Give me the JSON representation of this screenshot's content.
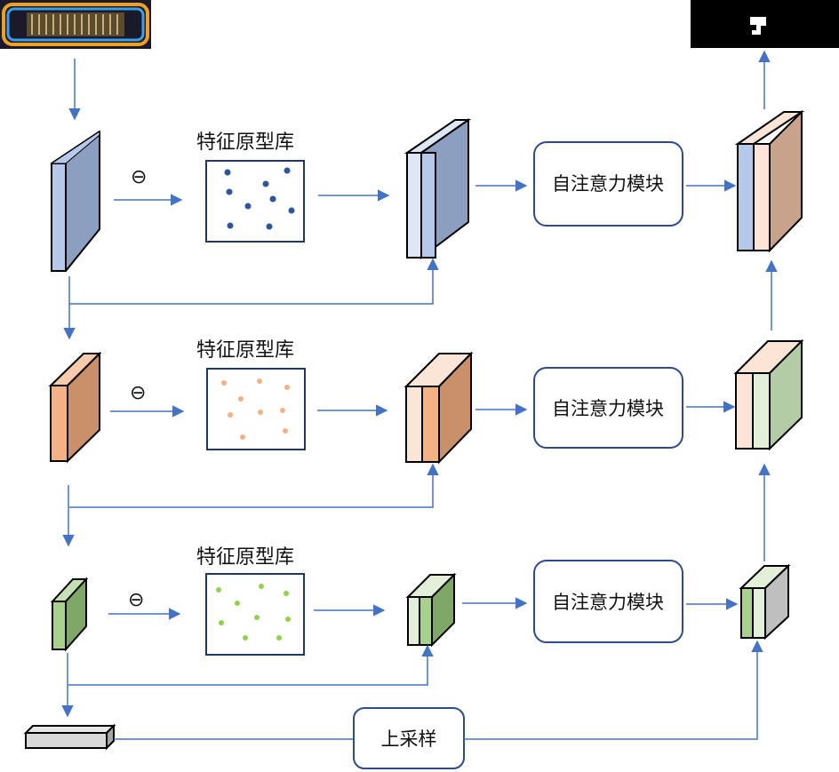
{
  "pool_label": "特征原型库",
  "attention_label": "自注意力模块",
  "upsample_label": "上采样",
  "subtract_symbol": "⊖",
  "colors": {
    "arrow": "#4472c4",
    "blue_front": "#b7c9ea",
    "blue_side": "#8d9fc0",
    "orange_front": "#f4b183",
    "orange_side": "#c9906a",
    "green_front": "#a9d18e",
    "green_side": "#7fa868",
    "pale_orange": "#fce4d6",
    "pale_green": "#e2f0d9",
    "gray": "#bfbfbf",
    "tan": "#c9a28b",
    "sage": "#b3cca6",
    "module_border": "#2f4a8a",
    "dot_blue": "#2f5597",
    "dot_orange": "#f4b183",
    "dot_green": "#92d050"
  },
  "icons": {
    "input_image": "circuit-board-photo",
    "output_mask": "segmentation-mask"
  }
}
